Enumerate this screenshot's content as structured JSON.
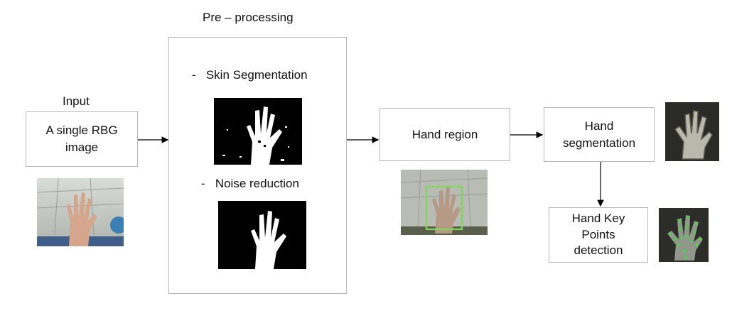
{
  "input": {
    "heading": "Input",
    "box_line1": "A single RBG",
    "box_line2": "image"
  },
  "preprocessing": {
    "title": "Pre – processing",
    "step1": "-   Skin Segmentation",
    "step2": "-   Noise reduction"
  },
  "hand_region": {
    "label": "Hand region"
  },
  "hand_segmentation": {
    "line1": "Hand",
    "line2": "segmentation"
  },
  "keypoints": {
    "line1": "Hand Key",
    "line2": "Points",
    "line3": "detection"
  },
  "colors": {
    "box_border": "#b8b8b8",
    "arrow": "#000000",
    "bbox_green": "#7ed957",
    "keypoint_green": "#3adf3a"
  },
  "icons": [
    "photo-of-raised-hand",
    "binary-skin-mask",
    "denoised-mask",
    "hand-with-bounding-box",
    "segmented-hand-crop",
    "hand-keypoints-crop"
  ]
}
